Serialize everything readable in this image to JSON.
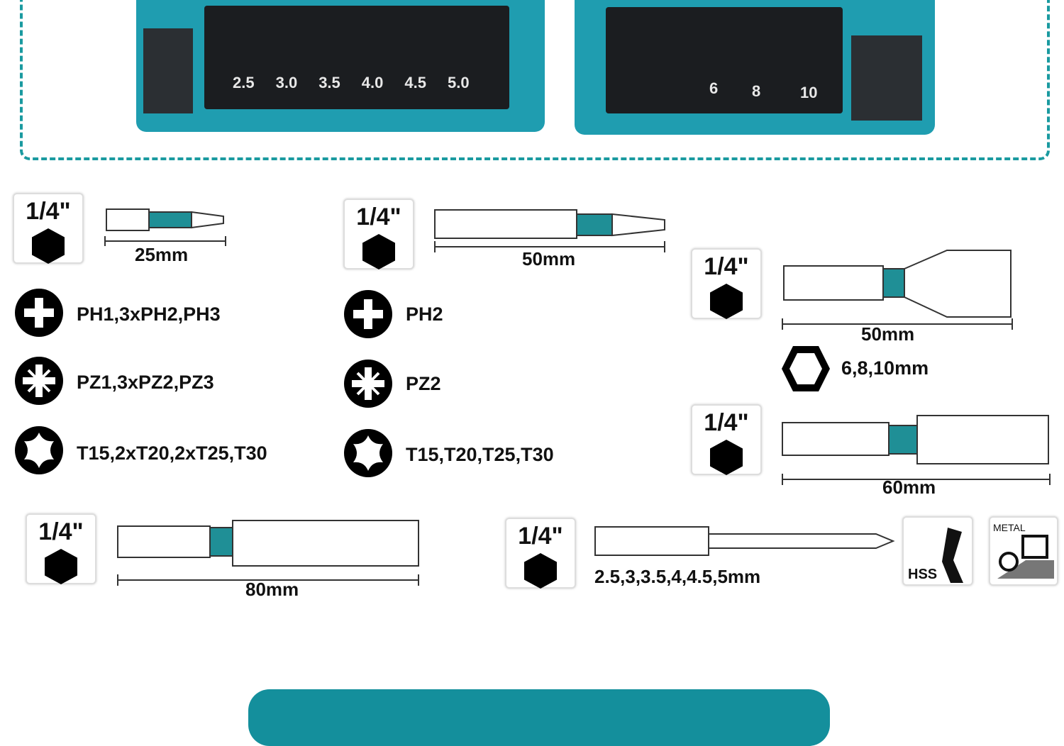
{
  "case": {
    "left_labels": [
      "2.5",
      "3.0",
      "3.5",
      "4.0",
      "4.5",
      "5.0"
    ],
    "right_labels": [
      "6",
      "8",
      "10"
    ]
  },
  "shank": "1/4\"",
  "items": [
    {
      "length": "25mm"
    },
    {
      "length": "50mm"
    },
    {
      "length": "50mm",
      "sizes": "6,8,10mm"
    },
    {
      "length": "60mm"
    },
    {
      "length": "80mm"
    },
    {
      "sizes": "2.5,3,3.5,4,4.5,5mm"
    }
  ],
  "set1": {
    "ph": "PH1,3xPH2,PH3",
    "pz": "PZ1,3xPZ2,PZ3",
    "torx": "T15,2xT20,2xT25,T30"
  },
  "set2": {
    "ph": "PH2",
    "pz": "PZ2",
    "torx": "T15,T20,T25,T30"
  },
  "badges": {
    "hss": "HSS",
    "metal": "METAL"
  },
  "colors": {
    "teal": "#1a9aa0",
    "accent": "#1f9db0"
  }
}
